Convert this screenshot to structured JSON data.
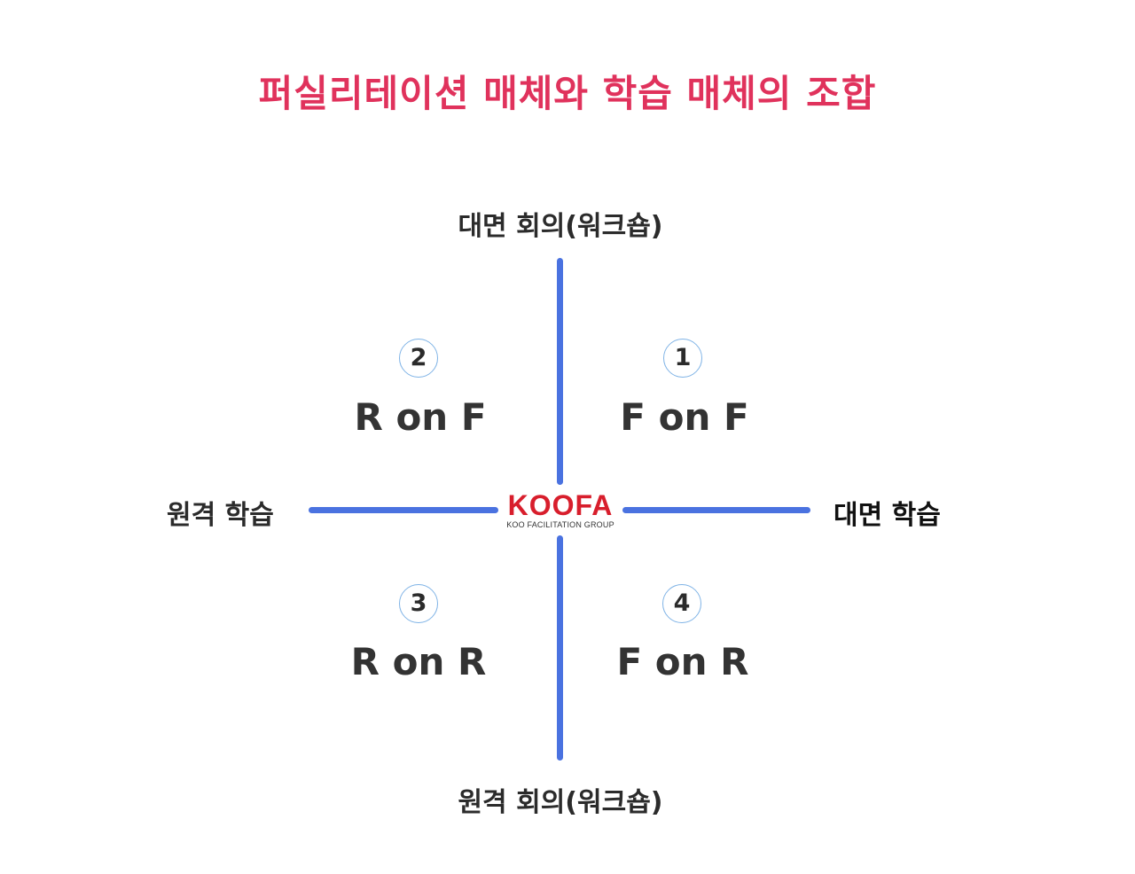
{
  "title": "퍼실리테이션 매체와 학습 매체의 조합",
  "axes": {
    "top": "대면 회의(워크숍)",
    "bottom": "원격 회의(워크숍)",
    "left": "원격 학습",
    "right": "대면 학습"
  },
  "quadrants": [
    {
      "number": "1",
      "label": "F on F"
    },
    {
      "number": "2",
      "label": "R on F"
    },
    {
      "number": "3",
      "label": "R on R"
    },
    {
      "number": "4",
      "label": "F on R"
    }
  ],
  "logo": {
    "name": "KOOFA",
    "tagline": "KOO FACILITATION GROUP"
  },
  "colors": {
    "title": "#e0325c",
    "axis_line": "#4a72e0",
    "circle_border": "#7fb3e6",
    "logo": "#d81e2c"
  }
}
